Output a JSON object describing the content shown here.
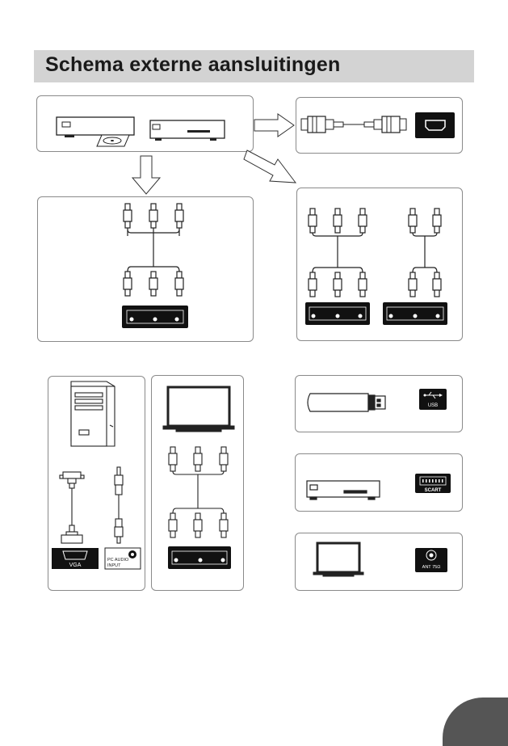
{
  "page": {
    "title": "Schema externe aansluitingen"
  },
  "labels": {
    "vga": "VGA",
    "pc_audio_line1": "PC AUDIO",
    "pc_audio_line2": "INPUT",
    "usb": "USB",
    "scart": "SCART",
    "ant": "ANT 75Ω"
  },
  "icons": [
    "dvd-player-icon",
    "set-top-box-icon",
    "arrow-right-icon",
    "arrow-down-icon",
    "arrow-diagonal-icon",
    "hdmi-cable-icon",
    "hdmi-port-icon",
    "rca-cable-icon",
    "av-port-panel-icon",
    "pc-tower-icon",
    "vga-plug-icon",
    "audio-jack-icon",
    "tv-monitor-icon",
    "usb-stick-icon",
    "usb-port-icon",
    "scart-port-icon",
    "antenna-port-icon"
  ],
  "colors": {
    "title_bar_bg": "#d3d3d3",
    "port_panel_bg": "#111111",
    "page_tab": "#555555"
  }
}
